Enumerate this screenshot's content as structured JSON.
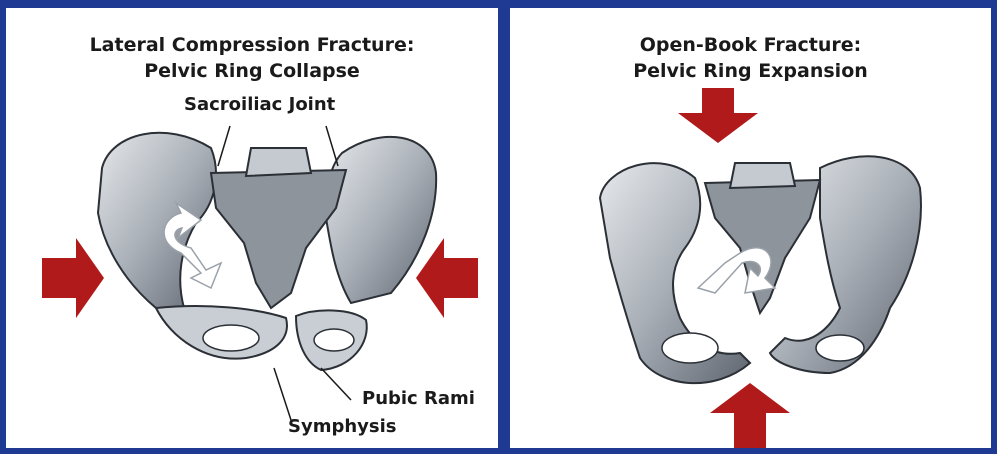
{
  "left_panel": {
    "title_line1": "Lateral Compression Fracture:",
    "title_line2": "Pelvic Ring Collapse",
    "label_sacroiliac": "Sacroiliac Joint",
    "label_pubic_rami": "Pubic Rami",
    "label_symphysis": "Symphysis"
  },
  "right_panel": {
    "title_line1": "Open-Book Fracture:",
    "title_line2": "Pelvic Ring Expansion"
  },
  "colors": {
    "border": "#1f3a93",
    "arrow": "#b11a1a",
    "bone_light": "#d9dde2",
    "bone_dark": "#5f6670"
  }
}
